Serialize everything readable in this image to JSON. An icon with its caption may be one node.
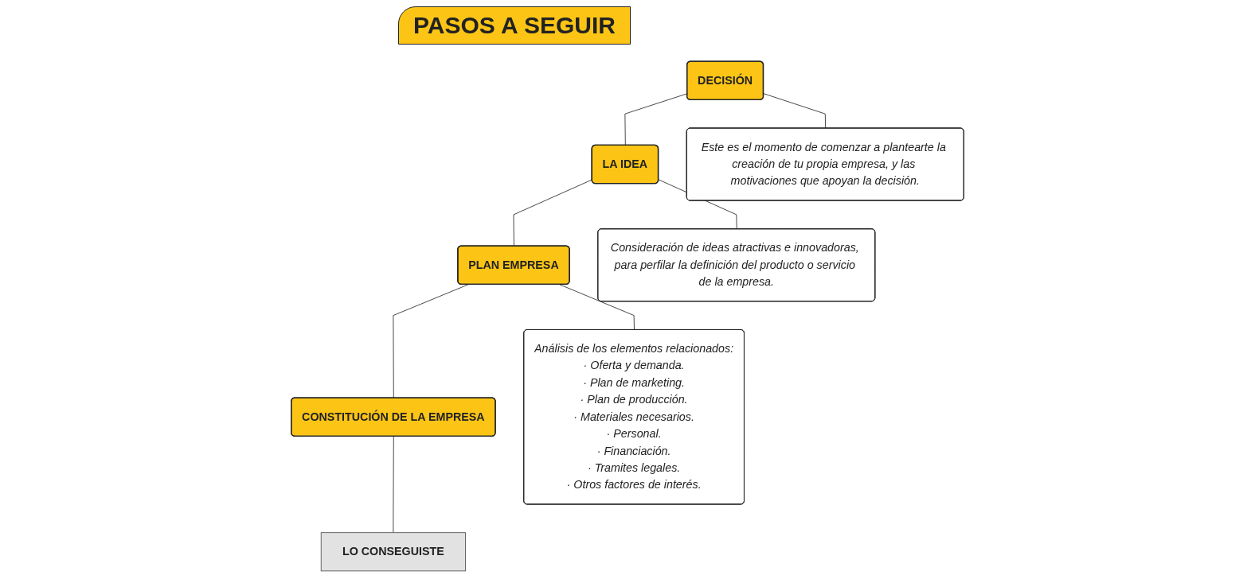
{
  "diagram": {
    "title": "PASOS A SEGUIR",
    "nodes": [
      {
        "text": [
          "DECISIÓN"
        ]
      },
      {
        "text": [
          "Este es el momento de comenzar a plantearte la creación de tu propia empresa, y las motivaciones que apoyan la decisión."
        ]
      },
      {
        "text": [
          "LA IDEA"
        ]
      },
      {
        "text": [
          "Consideración de ideas atractivas e innovadoras, para perfilar la definición del producto o servicio de la empresa."
        ]
      },
      {
        "text": [
          "PLAN EMPRESA"
        ]
      },
      {
        "text": [
          "Análisis de los elementos relacionados:",
          "· Oferta y demanda.",
          "· Plan de marketing.",
          "· Plan de producción.",
          "· Materiales necesarios.",
          "· Personal.",
          "· Financiación.",
          "· Tramites legales.",
          "· Otros factores de interés."
        ]
      },
      {
        "text": [
          "CONSTITUCIÓN DE LA EMPRESA"
        ]
      },
      {
        "text": [
          "LO CONSEGUISTE"
        ]
      }
    ],
    "edges": [
      {
        "from": 0,
        "to": 1,
        "arrow": "none"
      },
      {
        "from": 0,
        "to": 2,
        "arrow": "none"
      },
      {
        "from": 2,
        "to": 3,
        "arrow": "none"
      },
      {
        "from": 2,
        "to": 4,
        "arrow": "none"
      },
      {
        "from": 4,
        "to": 5,
        "arrow": "none"
      },
      {
        "from": 4,
        "to": 6,
        "arrow": "none"
      },
      {
        "from": 6,
        "to": 7,
        "arrow": "none"
      }
    ]
  }
}
